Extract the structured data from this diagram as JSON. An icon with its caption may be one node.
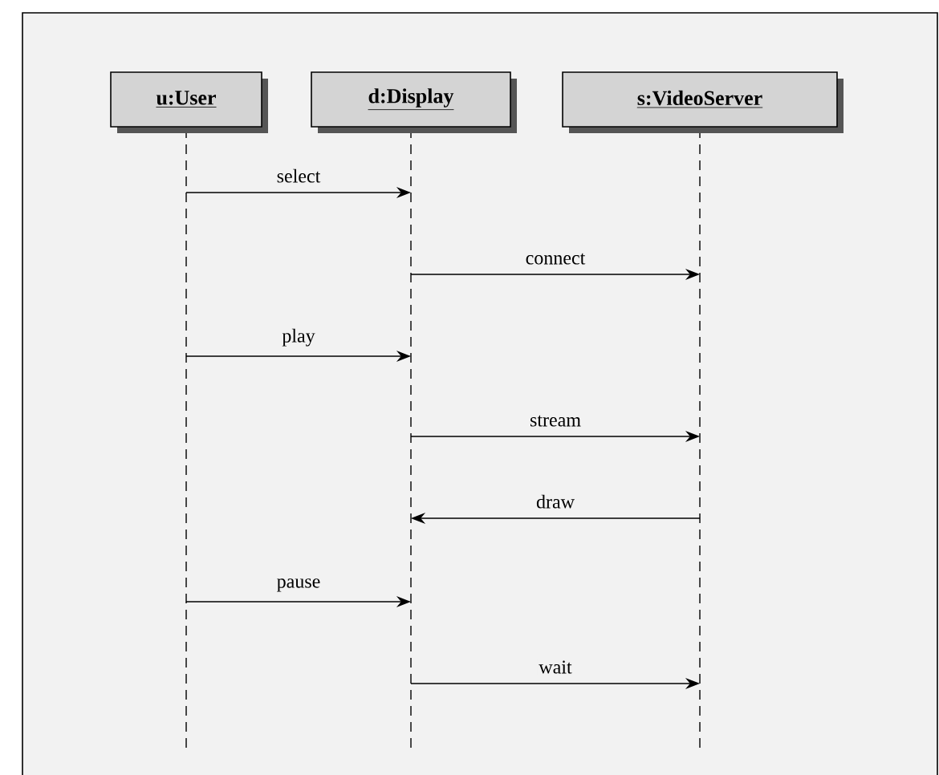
{
  "diagram": {
    "nodes": [
      {
        "text": [
          "u:User"
        ]
      },
      {
        "text": [
          "d:Display"
        ]
      },
      {
        "text": [
          "s:VideoServer"
        ]
      }
    ],
    "edges": [
      {
        "from": 0,
        "to": 1,
        "arrow": "to",
        "label": "select"
      },
      {
        "from": 1,
        "to": 2,
        "arrow": "to",
        "label": "connect"
      },
      {
        "from": 0,
        "to": 1,
        "arrow": "to",
        "label": "play"
      },
      {
        "from": 1,
        "to": 2,
        "arrow": "to",
        "label": "stream"
      },
      {
        "from": 2,
        "to": 1,
        "arrow": "to",
        "label": "draw"
      },
      {
        "from": 0,
        "to": 1,
        "arrow": "to",
        "label": "pause"
      },
      {
        "from": 1,
        "to": 2,
        "arrow": "to",
        "label": "wait"
      }
    ]
  }
}
